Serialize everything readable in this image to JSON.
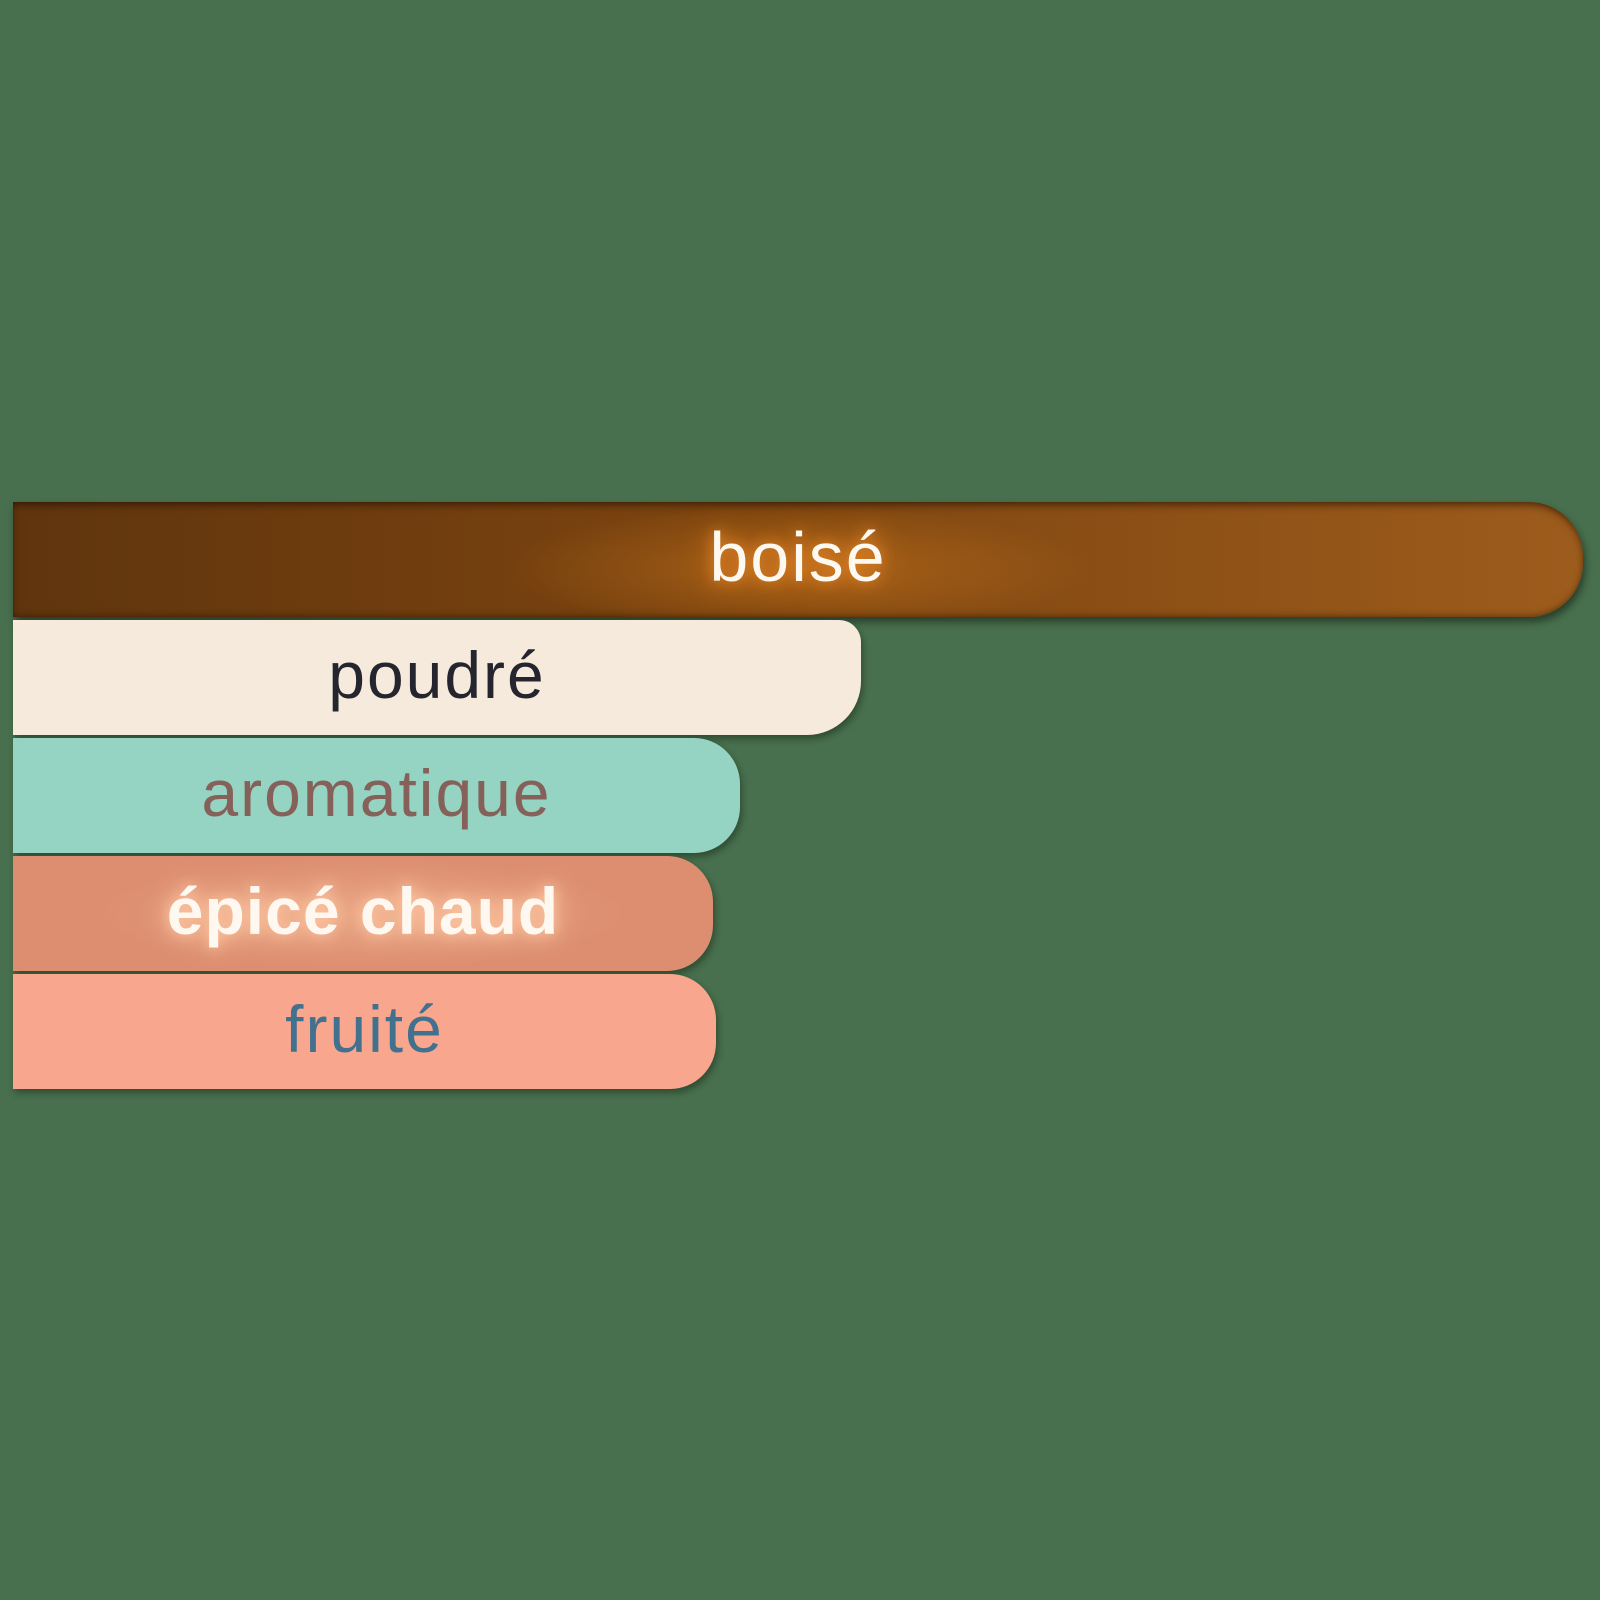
{
  "background_color": "#48704e",
  "chart_data": {
    "type": "bar",
    "orientation": "horizontal",
    "title": "",
    "xlabel": "",
    "ylabel": "",
    "axes_visible": false,
    "grid": false,
    "legend": false,
    "value_unit": "percent of longest bar (estimated from bar lengths; no numeric labels shown)",
    "categories": [
      "boisé",
      "poudré",
      "aromatique",
      "épicé chaud",
      "fruité"
    ],
    "values": [
      100,
      54,
      46.3,
      44.6,
      44.8
    ],
    "bars": [
      {
        "label": "boisé",
        "value": 100,
        "bar_color_start": "#60350e",
        "bar_color_mid": "#7c440f",
        "bar_color_end": "#9d5c1c",
        "label_color": "#fdf8f0",
        "label_weight": "medium",
        "label_glow_color": "#e8872a"
      },
      {
        "label": "poudré",
        "value": 54,
        "bar_color": "#f5eadb",
        "label_color": "#24252e",
        "label_weight": "regular"
      },
      {
        "label": "aromatique",
        "value": 46.3,
        "bar_color": "#95d3c2",
        "label_color": "#85615a",
        "label_weight": "light"
      },
      {
        "label": "épicé chaud",
        "value": 44.6,
        "bar_color": "#dd8e70",
        "label_color": "#fef8f0",
        "label_weight": "bold",
        "label_glow_color": "#ffc9a4"
      },
      {
        "label": "fruité",
        "value": 44.8,
        "bar_color": "#f8a68d",
        "label_color": "#42708f",
        "label_weight": "light"
      }
    ]
  }
}
